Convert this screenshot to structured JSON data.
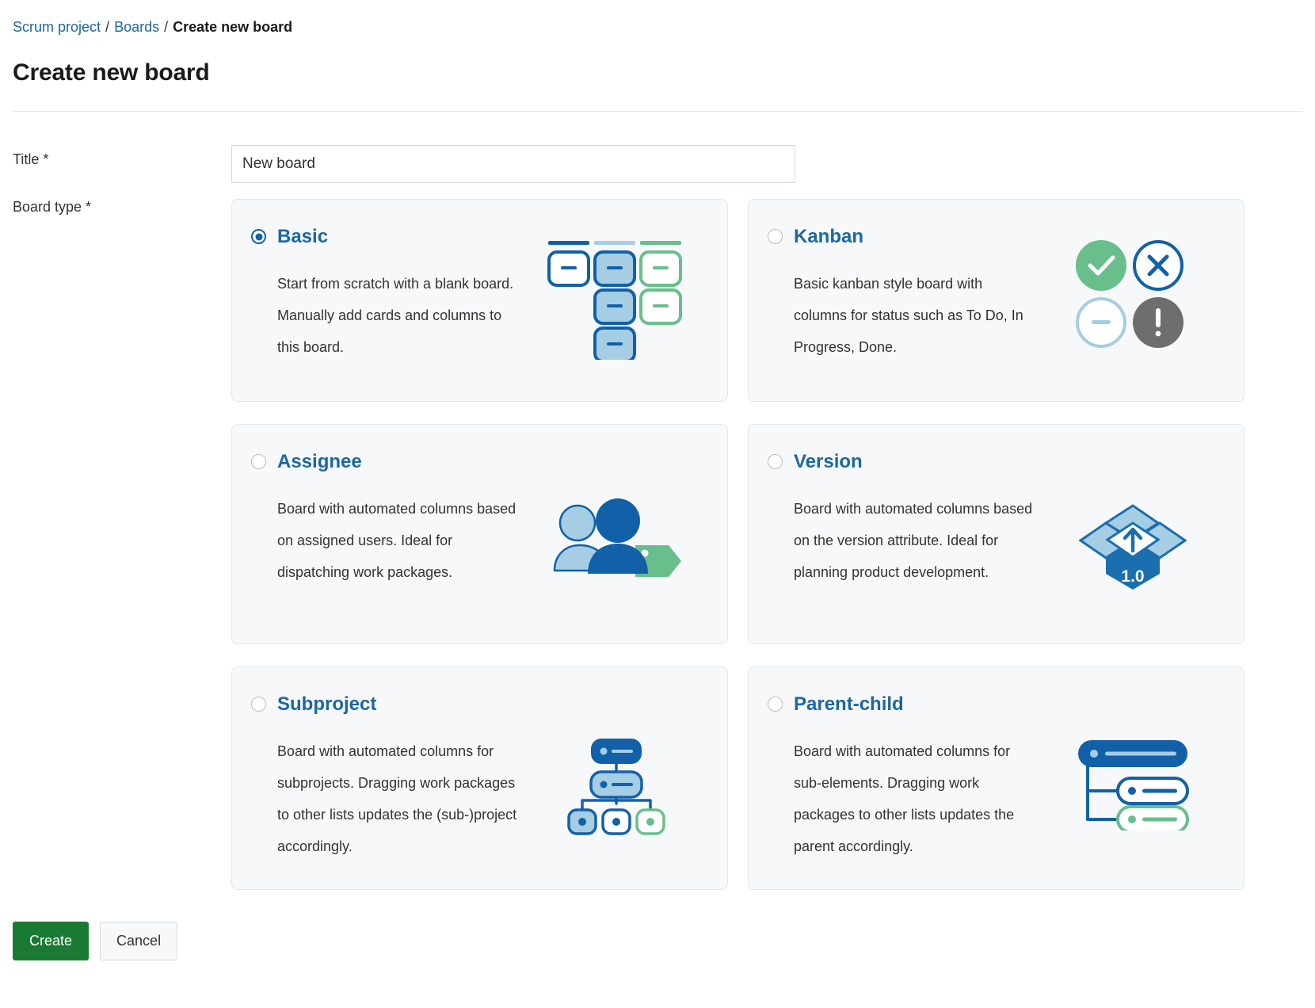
{
  "breadcrumb": {
    "project": "Scrum project",
    "boards": "Boards",
    "current": "Create new board",
    "separator": "/"
  },
  "page_title": "Create new board",
  "form": {
    "title_label": "Title *",
    "title_value": "New board",
    "title_placeholder": "New board",
    "board_type_label": "Board type *"
  },
  "board_types": [
    {
      "id": "basic",
      "label": "Basic",
      "description": "Start from scratch with a blank board. Manually add cards and columns to this board.",
      "selected": true,
      "icon": "board-columns-icon"
    },
    {
      "id": "kanban",
      "label": "Kanban",
      "description": "Basic kanban style board with columns for status such as To Do, In Progress, Done.",
      "selected": false,
      "icon": "status-circles-icon"
    },
    {
      "id": "assignee",
      "label": "Assignee",
      "description": "Board with automated columns based on assigned users. Ideal for dispatching work packages.",
      "selected": false,
      "icon": "users-tag-icon"
    },
    {
      "id": "version",
      "label": "Version",
      "description": "Board with automated columns based on the version attribute. Ideal for planning product development.",
      "selected": false,
      "icon": "open-box-icon",
      "icon_text": "1.0"
    },
    {
      "id": "subproject",
      "label": "Subproject",
      "description": "Board with automated columns for subprojects. Dragging work packages to other lists updates the (sub-)project accordingly.",
      "selected": false,
      "icon": "hierarchy-tree-icon"
    },
    {
      "id": "parent-child",
      "label": "Parent-child",
      "description": "Board with automated columns for sub-elements. Dragging work packages to other lists updates the parent accordingly.",
      "selected": false,
      "icon": "parent-child-list-icon"
    }
  ],
  "footer": {
    "create_label": "Create",
    "cancel_label": "Cancel"
  },
  "colors": {
    "link": "#1a67a3",
    "primary_blue": "#1261a8",
    "accent_green": "#68bf8b",
    "create_green": "#1a7a34",
    "card_bg": "#f7f8f9",
    "card_border": "#e3e6ea",
    "light_blue": "#a5cde4",
    "grey": "#6e6e6e"
  }
}
